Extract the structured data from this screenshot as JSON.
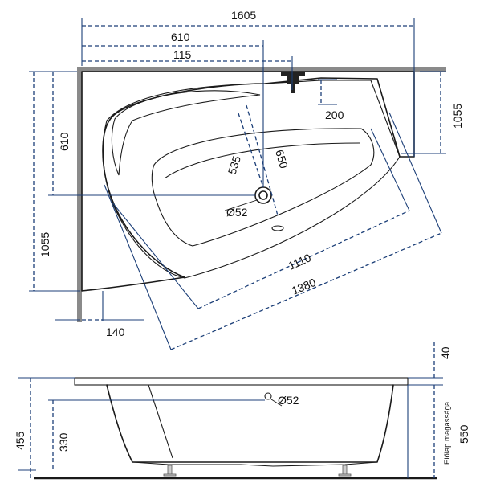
{
  "colors": {
    "dimension": "#1c3f78",
    "outline": "#1a1a1a",
    "wall": "#8a8a8a"
  },
  "top_view": {
    "width_total": "1605",
    "offset_610": "610",
    "offset_115": "115",
    "right_depth": "1055",
    "drain_offset": "200",
    "left_610": "610",
    "left_1055": "1055",
    "diag_535": "535",
    "diag_650": "650",
    "drain_diameter": "Ø52",
    "length_1110": "1110",
    "length_1380": "1380",
    "edge_140": "140"
  },
  "side_view": {
    "rim_40": "40",
    "height_455": "455",
    "height_330": "330",
    "height_550": "550",
    "overflow_diameter": "Ø52",
    "front_panel_label": "Előlap magassága"
  }
}
